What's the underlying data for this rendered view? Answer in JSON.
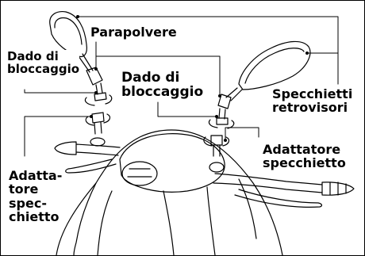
{
  "labels": {
    "dust_cover": "Parapolvere",
    "lock_nut_left": "Dado di\nbloccaggio",
    "lock_nut_right": "Dado di\nbloccaggio",
    "mirrors": "Specchietti\nretrovisori",
    "adapter_right": "Adattatore\nspecchietto",
    "adapter_left": "Adatta-\ntore\nspec-\nchietto"
  },
  "colors": {
    "line": "#000000",
    "background": "#ffffff",
    "fill_light": "#ffffff"
  }
}
